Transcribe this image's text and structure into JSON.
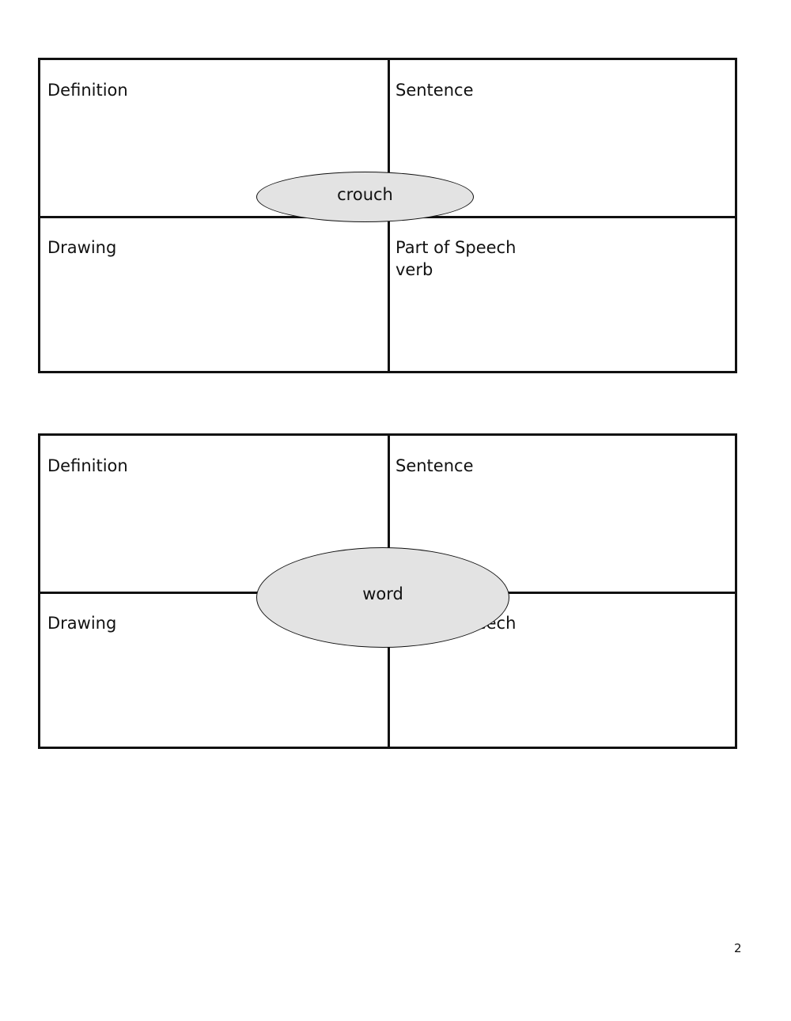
{
  "cards": [
    {
      "top_left_label": "Definition",
      "top_right_label": "Sentence",
      "bottom_left_label": "Drawing",
      "bottom_right_label": "Part of Speech",
      "bottom_right_value": "verb",
      "center_word": "crouch"
    },
    {
      "top_left_label": "Definition",
      "top_right_label": "Sentence",
      "bottom_left_label": "Drawing",
      "bottom_right_label": "Part of Speech",
      "center_word": "word"
    }
  ],
  "page_number": "2"
}
